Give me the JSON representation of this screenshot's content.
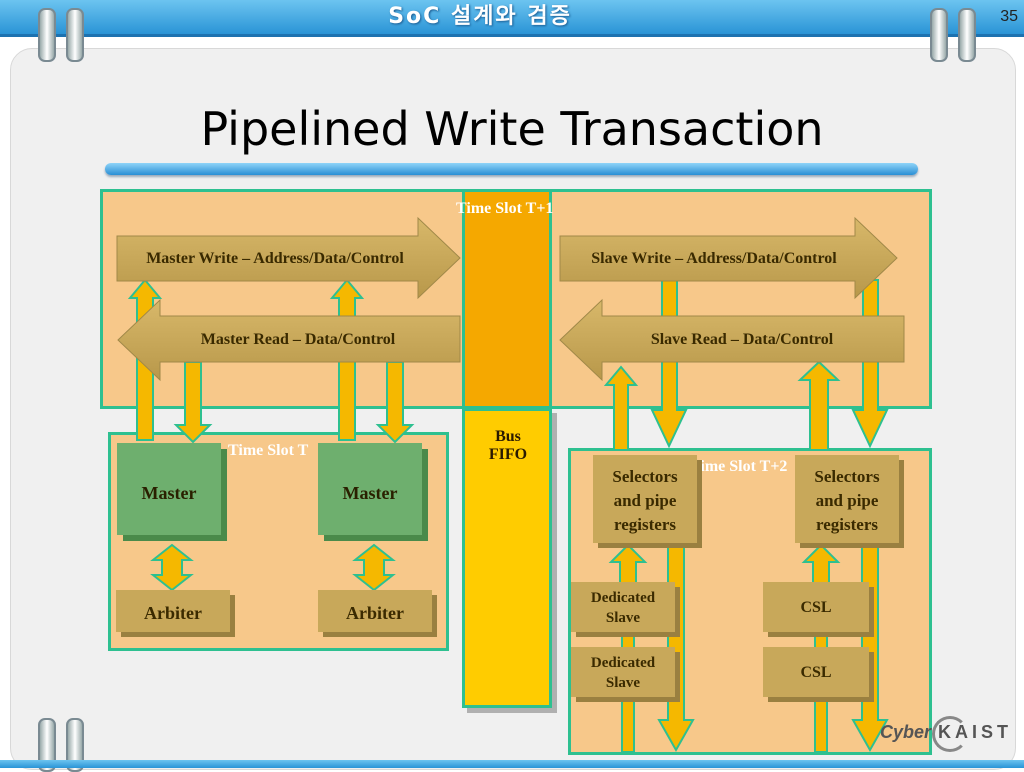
{
  "header": {
    "banner": "SoC 설계와 검증",
    "page_number": "35"
  },
  "title": "Pipelined Write Transaction",
  "diagram": {
    "time_slot_t1": "Time Slot T+1",
    "time_slot_t": "Time Slot T",
    "time_slot_t2": "Time Slot T+2",
    "master_write": "Master Write – Address/Data/Control",
    "slave_write": "Slave Write – Address/Data/Control",
    "master_read": "Master Read – Data/Control",
    "slave_read": "Slave Read – Data/Control",
    "bus_fifo_line1": "Bus",
    "bus_fifo_line2": "FIFO",
    "master_1": "Master",
    "master_2": "Master",
    "arbiter_1": "Arbiter",
    "arbiter_2": "Arbiter",
    "selectors_1": [
      "Selectors",
      "and pipe",
      "registers"
    ],
    "selectors_2": [
      "Selectors",
      "and pipe",
      "registers"
    ],
    "dedicated_slave_1": [
      "Dedicated",
      "Slave"
    ],
    "dedicated_slave_2": [
      "Dedicated",
      "Slave"
    ],
    "csl_1": "CSL",
    "csl_2": "CSL"
  },
  "logo": {
    "text_left": "Cyber",
    "text_right": "KAIST"
  },
  "colors": {
    "region_fill": "#f7c88a",
    "region_border": "#2ec090",
    "arrow_yellow": "#f5b800",
    "fifo_top": "#f5a800",
    "fifo_bottom": "#ffcc00",
    "master_green": "#6eaf6e",
    "box_tan": "#c8a85a"
  }
}
